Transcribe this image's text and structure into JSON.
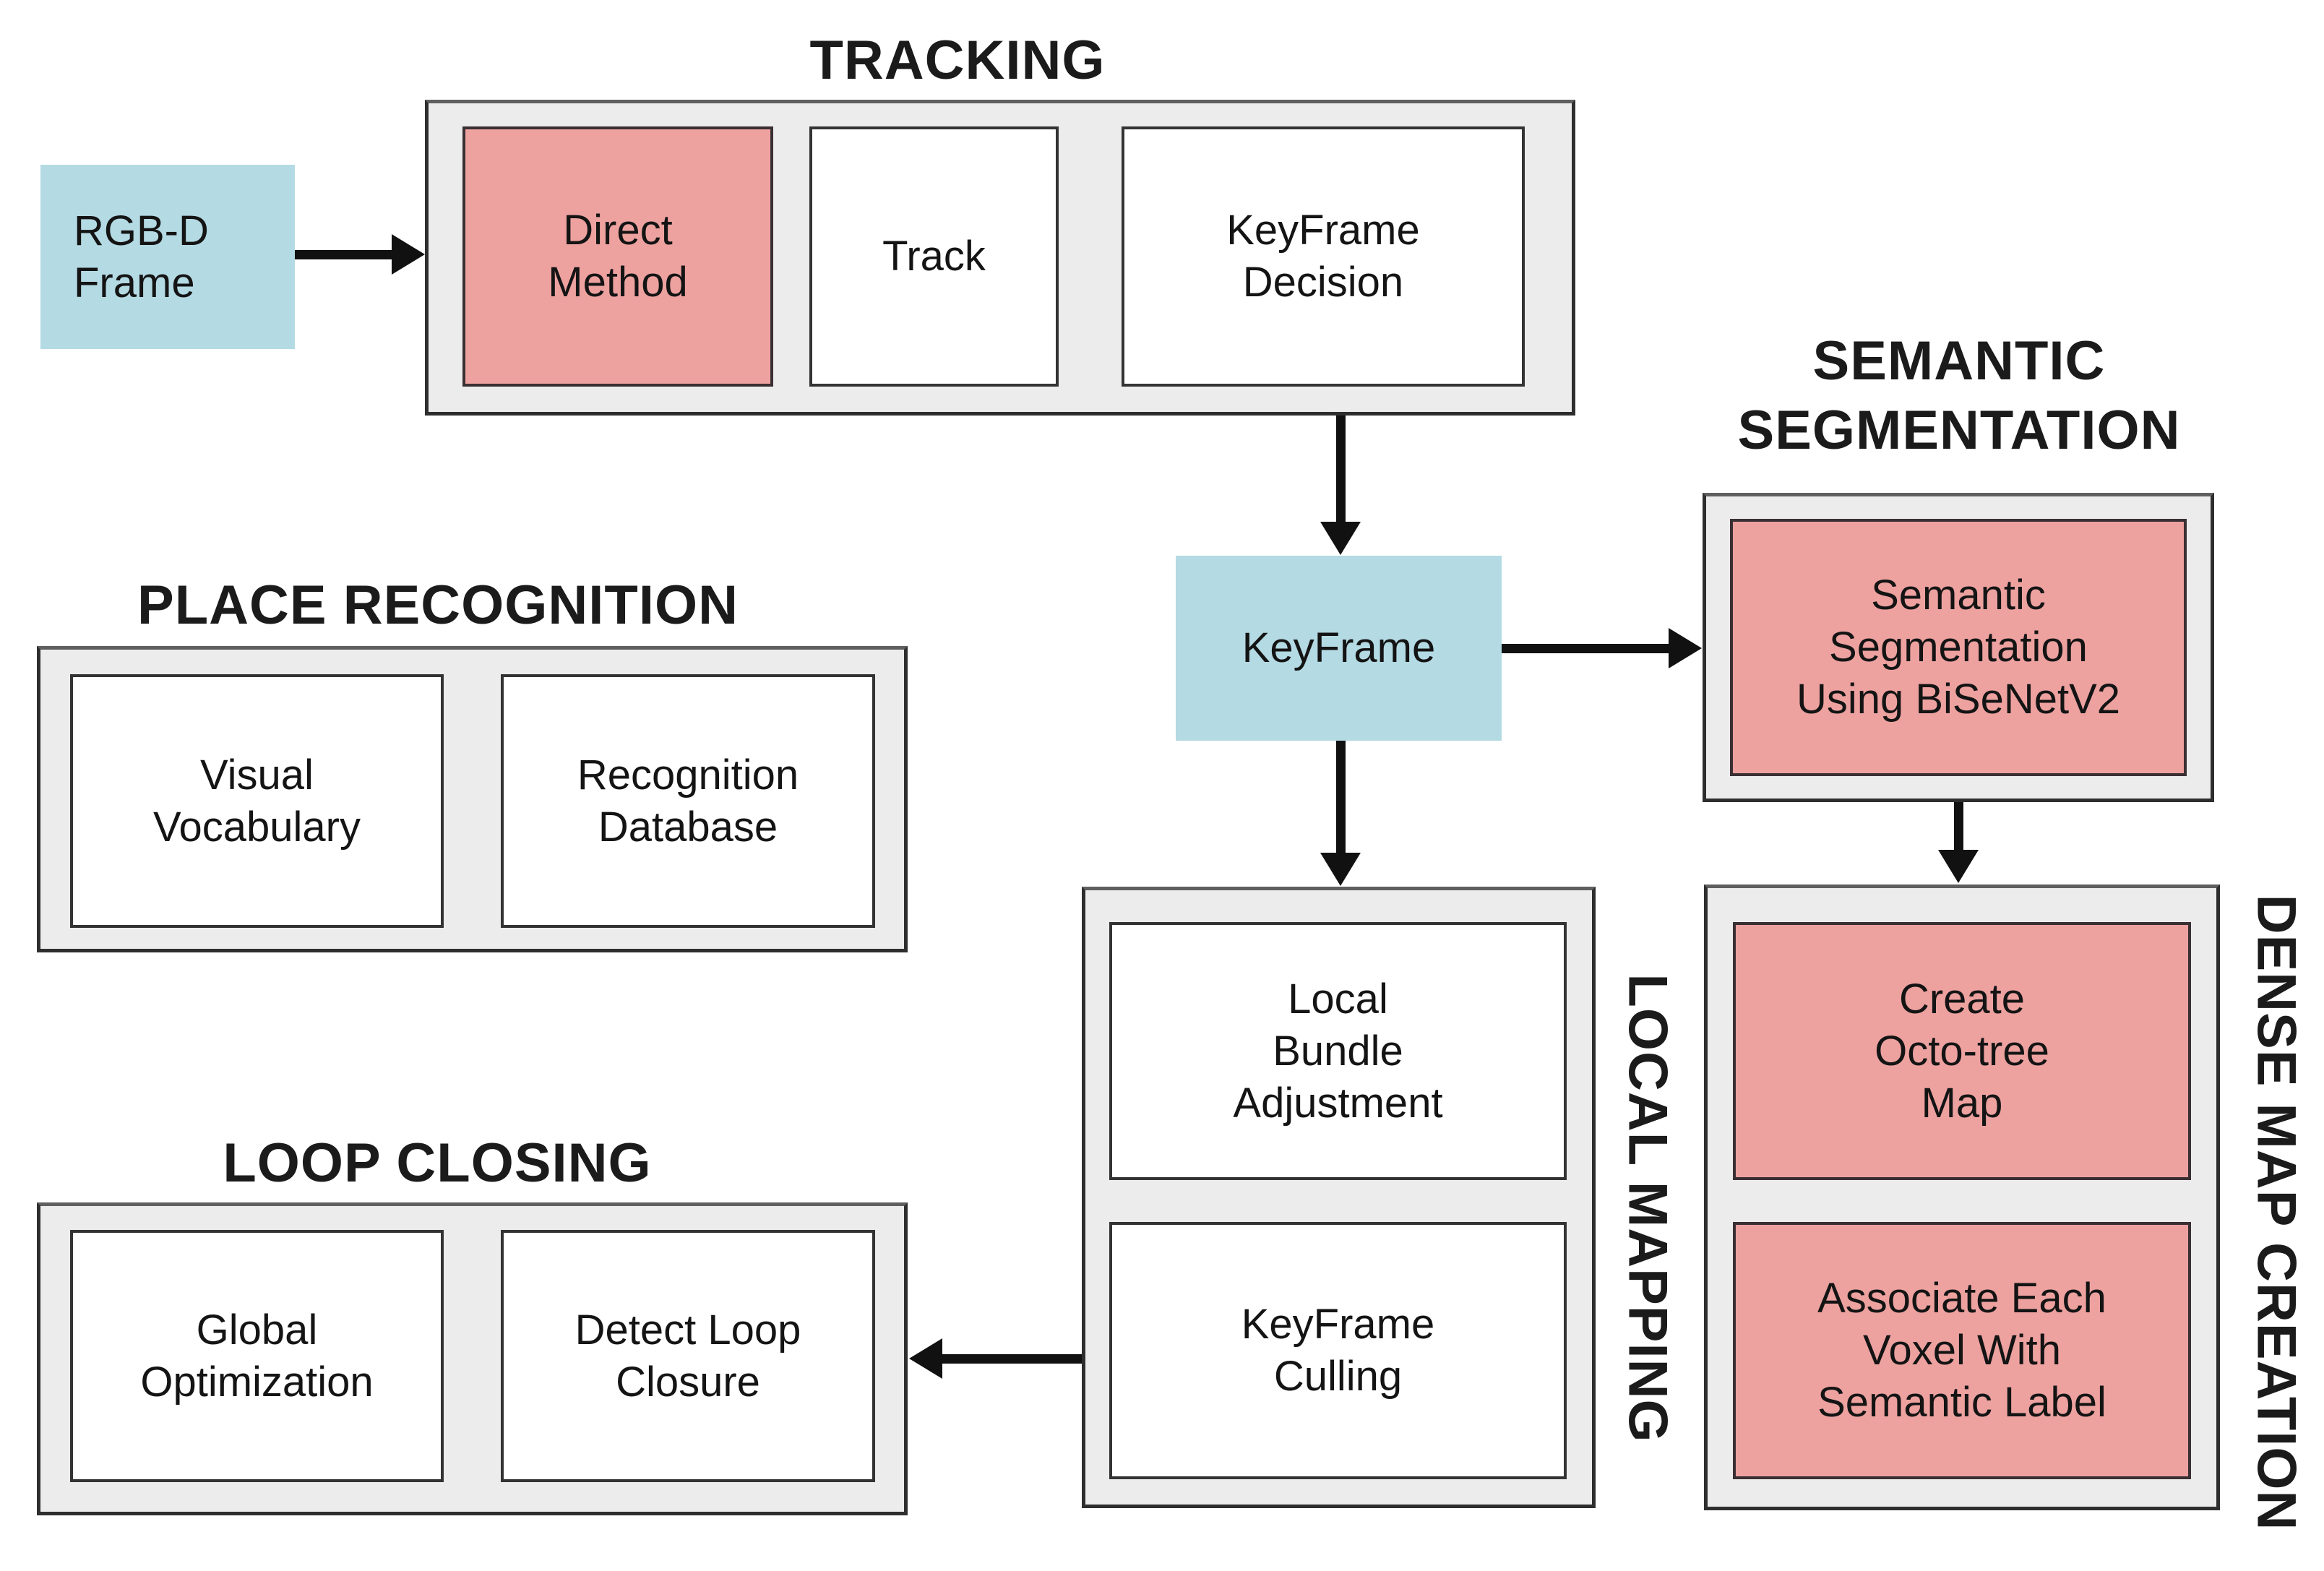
{
  "diagram": {
    "type": "flowchart",
    "subject": "Semantic SLAM system architecture",
    "colors": {
      "background": "#FFFFFF",
      "module_highlight_pink": "#EDA2A0",
      "io_data_blue": "#B4DAE4",
      "container_fill": "#ECECEC",
      "container_border": "#2E2E2E",
      "box_border": "#333333",
      "arrow": "#111111",
      "text": "#141414"
    },
    "io_nodes": {
      "rgbd_frame": {
        "label": "RGB-D\nFrame"
      },
      "keyframe": {
        "label": "KeyFrame"
      }
    },
    "sections": {
      "tracking": {
        "title": "TRACKING",
        "boxes": [
          {
            "label": "Direct\nMethod",
            "highlighted": true
          },
          {
            "label": "Track",
            "highlighted": false
          },
          {
            "label": "KeyFrame\nDecision",
            "highlighted": false
          }
        ]
      },
      "place_recognition": {
        "title": "PLACE RECOGNITION",
        "boxes": [
          {
            "label": "Visual\nVocabulary",
            "highlighted": false
          },
          {
            "label": "Recognition\nDatabase",
            "highlighted": false
          }
        ]
      },
      "loop_closing": {
        "title": "LOOP CLOSING",
        "boxes": [
          {
            "label": "Global\nOptimization",
            "highlighted": false
          },
          {
            "label": "Detect Loop\nClosure",
            "highlighted": false
          }
        ]
      },
      "semantic_segmentation": {
        "title": "SEMANTIC\nSEGMENTATION",
        "boxes": [
          {
            "label": "Semantic\nSegmentation\nUsing BiSeNetV2",
            "highlighted": true
          }
        ]
      },
      "local_mapping": {
        "title": "LOCAL MAPPING",
        "boxes": [
          {
            "label": "Local\nBundle\nAdjustment",
            "highlighted": false
          },
          {
            "label": "KeyFrame\nCulling",
            "highlighted": false
          }
        ]
      },
      "dense_map_creation": {
        "title": "DENSE MAP CREATION",
        "boxes": [
          {
            "label": "Create\nOcto-tree\nMap",
            "highlighted": true
          },
          {
            "label": "Associate Each\nVoxel With\nSemantic Label",
            "highlighted": true
          }
        ]
      }
    },
    "arrows": [
      {
        "name": "rgbd-to-tracking",
        "from": "RGB-D Frame",
        "to": "TRACKING"
      },
      {
        "name": "tracking-to-keyframe",
        "from": "TRACKING",
        "to": "KeyFrame"
      },
      {
        "name": "keyframe-to-semantic",
        "from": "KeyFrame",
        "to": "SEMANTIC SEGMENTATION"
      },
      {
        "name": "keyframe-to-localmapping",
        "from": "KeyFrame",
        "to": "LOCAL MAPPING"
      },
      {
        "name": "semantic-to-densemap",
        "from": "SEMANTIC SEGMENTATION",
        "to": "DENSE MAP CREATION"
      },
      {
        "name": "localmapping-to-loopclosing",
        "from": "LOCAL MAPPING",
        "to": "LOOP CLOSING"
      }
    ]
  }
}
